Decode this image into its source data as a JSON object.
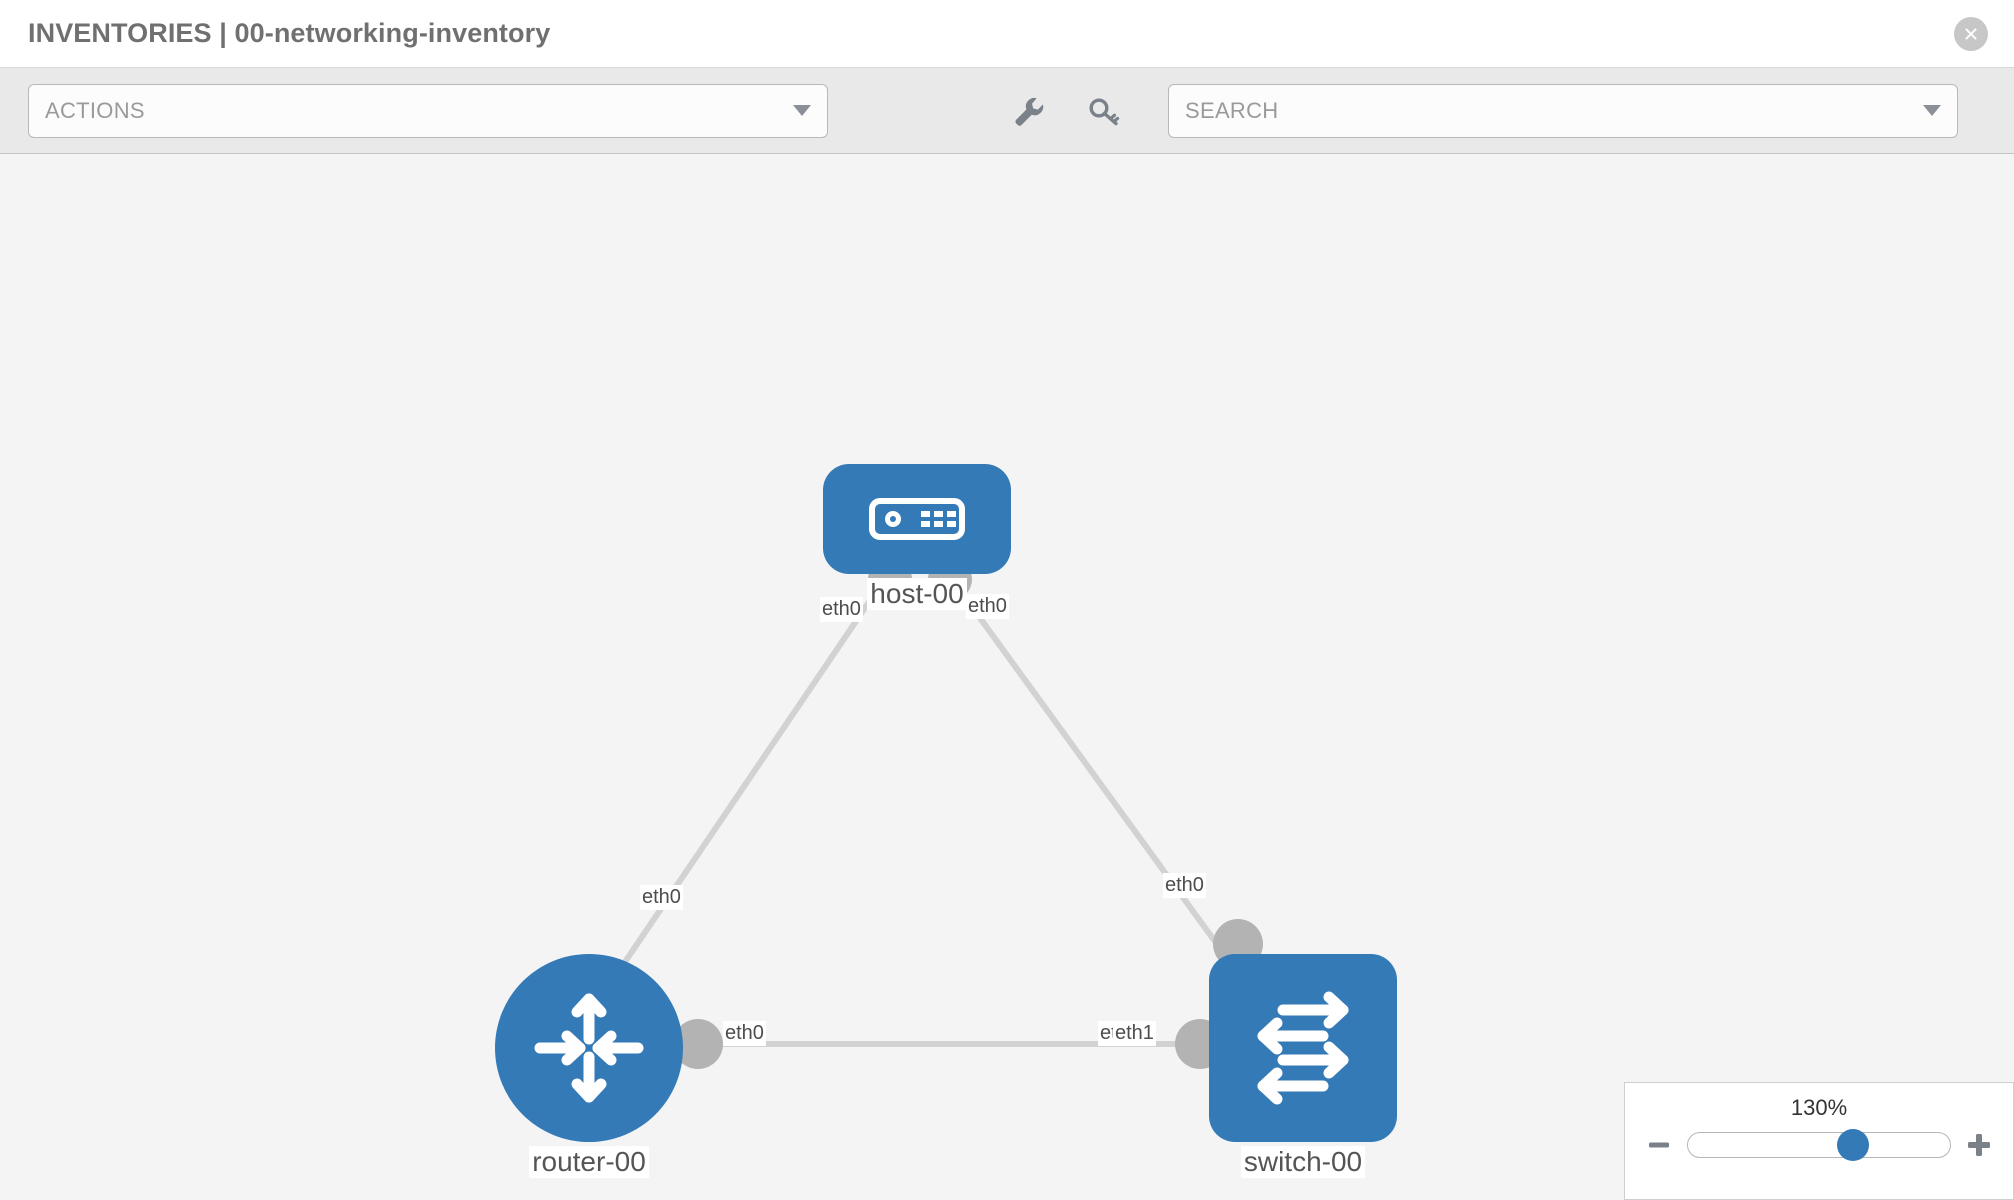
{
  "header": {
    "title": "INVENTORIES | 00-networking-inventory",
    "close_label": "close-icon"
  },
  "toolbar": {
    "actions_label": "ACTIONS",
    "search_placeholder": "SEARCH",
    "wrench_label": "wrench-icon",
    "key_label": "key-icon"
  },
  "topology": {
    "nodes": [
      {
        "id": "host-00",
        "label": "host-00",
        "type": "host"
      },
      {
        "id": "router-00",
        "label": "router-00",
        "type": "router"
      },
      {
        "id": "switch-00",
        "label": "switch-00",
        "type": "switch"
      }
    ],
    "edge_labels": {
      "host_left": "eth0",
      "host_right": "eth0",
      "router_diagonal": "eth0",
      "switch_diagonal": "eth0",
      "router_horizontal": "eth0",
      "switch_horizontal_a": "eth0",
      "switch_horizontal_b": "eth1"
    }
  },
  "zoom": {
    "value": "130%",
    "minus_label": "minus-icon",
    "plus_label": "plus-icon",
    "handle_percent": 63
  },
  "colors": {
    "node_blue": "#337ab7",
    "edge_gray": "#d2d2d2",
    "interface_gray": "#b3b3b3",
    "canvas_bg": "#f4f4f4",
    "toolbar_bg": "#e9e9e9"
  }
}
